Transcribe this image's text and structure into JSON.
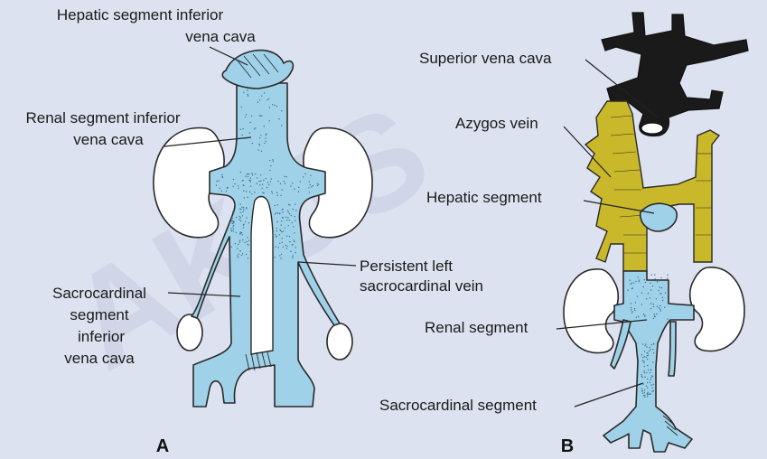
{
  "watermark": "AKUS",
  "panel_a": {
    "letter": "A",
    "hepatic_label": [
      "Hepatic segment inferior",
      "vena cava"
    ],
    "renal_label": [
      "Renal segment inferior",
      "vena cava"
    ],
    "persistent_label": [
      "Persistent left",
      "sacrocardinal vein"
    ],
    "sacro_label": [
      "Sacrocardinal",
      "segment",
      "inferior",
      "vena cava"
    ]
  },
  "panel_b": {
    "letter": "B",
    "svc_label": "Superior vena cava",
    "azygos_label": "Azygos vein",
    "hepatic_label": "Hepatic segment",
    "renal_label": "Renal segment",
    "sacro_label": "Sacrocardinal segment"
  },
  "colors": {
    "background": "#dde2f0",
    "vein": "#9fd2e8",
    "azygos": "#c9b82a",
    "superior_vena_cava": "#1a1a1a",
    "kidney": "#ffffff"
  }
}
